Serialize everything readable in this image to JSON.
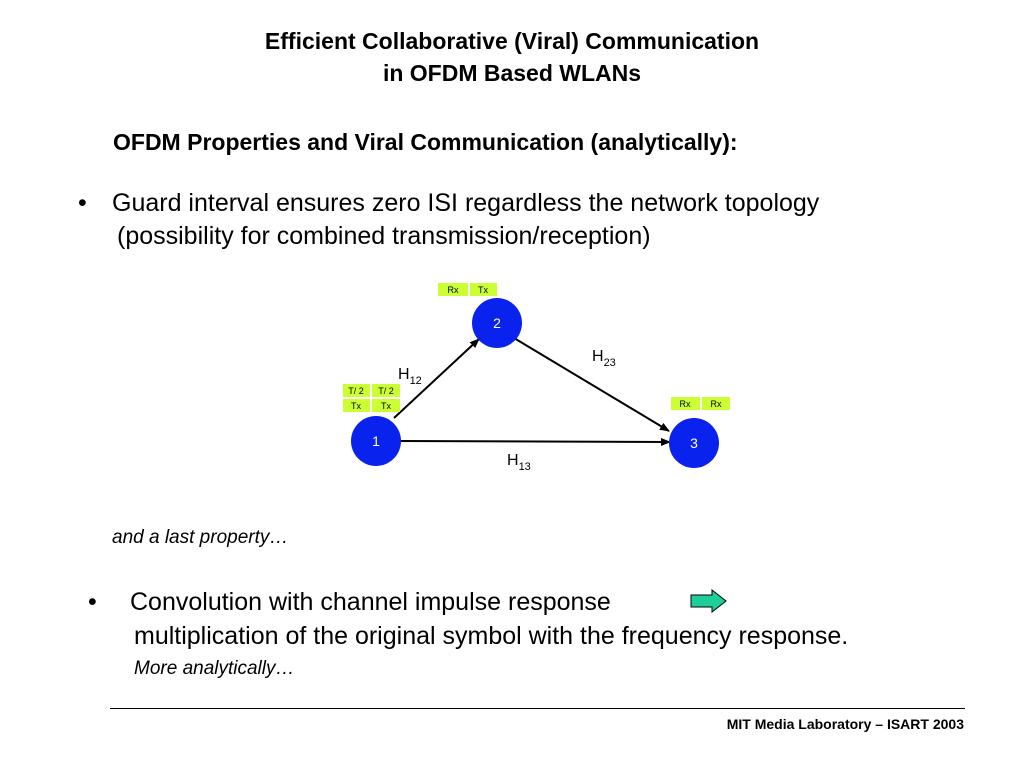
{
  "title": {
    "line1": "Efficient Collaborative (Viral) Communication",
    "line2": "in OFDM Based WLANs"
  },
  "subtitle": "OFDM Properties and Viral Communication (analytically):",
  "bullets": [
    {
      "marker": "•",
      "line1": "Guard interval ensures zero ISI regardless the network topology",
      "line2": "(possibility for combined transmission/reception)"
    },
    {
      "marker": "•",
      "line1": "Convolution with channel impulse response",
      "line2": "multiplication of the original symbol with the frequency response.",
      "note": "More analytically…"
    }
  ],
  "transition_text": "and a last property…",
  "diagram": {
    "nodes": [
      {
        "id": "node-1",
        "label": "1"
      },
      {
        "id": "node-2",
        "label": "2"
      },
      {
        "id": "node-3",
        "label": "3"
      }
    ],
    "edges": [
      {
        "id": "edge-1-2",
        "label_main": "H",
        "label_sub": "12"
      },
      {
        "id": "edge-2-3",
        "label_main": "H",
        "label_sub": "23"
      },
      {
        "id": "edge-1-3",
        "label_main": "H",
        "label_sub": "13"
      }
    ],
    "tags": {
      "node2": [
        "Rx",
        "Tx"
      ],
      "node1_row1": [
        "T/ 2",
        "T/ 2"
      ],
      "node1_row2": [
        "Tx",
        "Tx"
      ],
      "node3": [
        "Rx",
        "Rx"
      ]
    },
    "colors": {
      "node_fill": "#0a22ee",
      "tag_fill": "#ccff33",
      "arrow_fill": "#1fcf9a"
    }
  },
  "footer": "MIT Media Laboratory – ISART  2003"
}
